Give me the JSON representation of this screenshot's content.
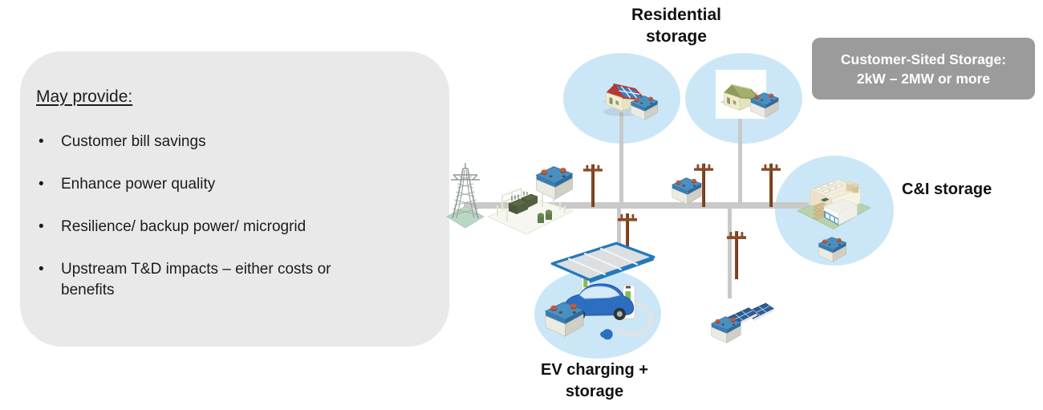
{
  "panel": {
    "heading": "May provide:",
    "bullets": [
      "Customer bill savings",
      "Enhance power quality",
      "Resilience/ backup power/ microgrid",
      "Upstream T&D impacts – either costs or benefits"
    ]
  },
  "badge": {
    "line1": "Customer-Sited Storage:",
    "line2": "2kW – 2MW or more"
  },
  "labels": {
    "residential": {
      "line1": "Residential",
      "line2": "storage"
    },
    "ci": "C&I storage",
    "ev": {
      "line1": "EV charging +",
      "line2": "storage"
    }
  },
  "icons": {
    "transmission_tower": "transmission-tower-icon",
    "substation": "substation-icon",
    "utility_pole": "utility-pole-icon",
    "battery": "battery-storage-icon",
    "solar_house": "house-with-solar-icon",
    "house": "house-icon",
    "ci_building": "commercial-industrial-building-icon",
    "ev_charging": "ev-charging-canopy-icon",
    "solar_array": "ground-solar-array-icon"
  },
  "colors": {
    "page-bg": "#ffffff",
    "panel-bg": "#e9e9e9",
    "text-color": "#1c1c1c",
    "badge-bg": "#9b9b9b",
    "badge-text": "#ffffff",
    "circle-blue": "#cbe7f7",
    "line-gray": "#c9c9c9",
    "pole-brown": "#8a4a26",
    "battery-blue": "#4a8fc2"
  }
}
